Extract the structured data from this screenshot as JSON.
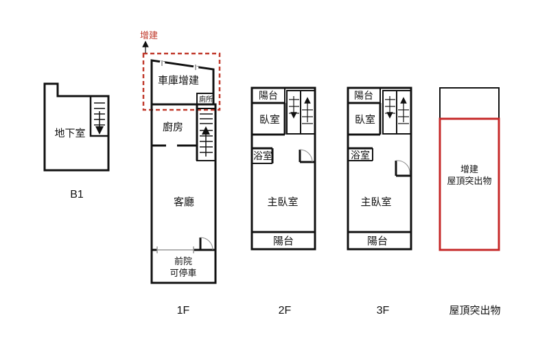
{
  "colors": {
    "wall": "#111111",
    "addition_dashed": "#c0392b",
    "addition_solid": "#c62828",
    "background": "#ffffff"
  },
  "addition_marker": {
    "label": "增建"
  },
  "floors": {
    "b1": {
      "caption": "B1",
      "rooms": {
        "basement": "地下室"
      }
    },
    "f1": {
      "caption": "1F",
      "rooms": {
        "garage_addition": "車庫增建",
        "toilet": "廁所",
        "kitchen": "廚房",
        "living_room": "客廳",
        "front_yard_line1": "前院",
        "front_yard_line2": "可停車"
      }
    },
    "f2": {
      "caption": "2F",
      "rooms": {
        "balcony_top": "陽台",
        "bedroom": "臥室",
        "bathroom": "浴室",
        "master_bedroom": "主臥室",
        "balcony_bottom": "陽台"
      }
    },
    "f3": {
      "caption": "3F",
      "rooms": {
        "balcony_top": "陽台",
        "bedroom": "臥室",
        "bathroom": "浴室",
        "master_bedroom": "主臥室",
        "balcony_bottom": "陽台"
      }
    },
    "roof": {
      "caption": "屋頂突出物",
      "rooms": {
        "addition_line1": "增建",
        "addition_line2": "屋頂突出物"
      }
    }
  }
}
